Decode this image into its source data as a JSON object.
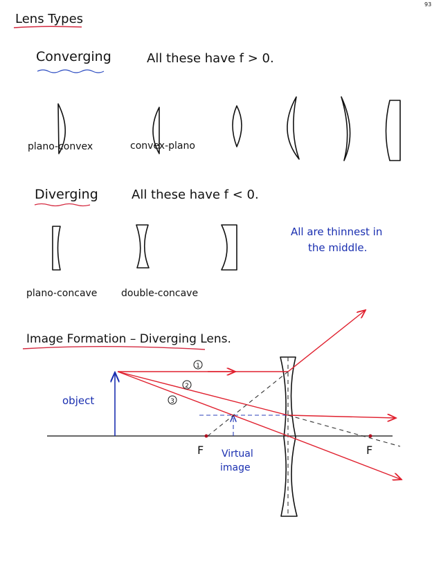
{
  "page_number": "93",
  "title": "Lens Types",
  "converging": {
    "heading": "Converging",
    "note": "All these have  f > 0.",
    "labels": [
      "plano-convex",
      "convex-plano"
    ]
  },
  "diverging": {
    "heading": "Diverging",
    "note": "All these have  f < 0.",
    "side_note_line1": "All are thinnest in",
    "side_note_line2": "the middle.",
    "labels": [
      "plano-concave",
      "double-concave"
    ]
  },
  "image_formation": {
    "heading": "Image Formation – Diverging Lens.",
    "object_label": "object",
    "ray_numbers": [
      "1",
      "2",
      "3"
    ],
    "focal_labels": [
      "F",
      "F"
    ],
    "virtual_image_line1": "Virtual",
    "virtual_image_line2": "image"
  },
  "colors": {
    "ink": "#111111",
    "red": "#e0202e",
    "blue": "#1a2fb0"
  }
}
